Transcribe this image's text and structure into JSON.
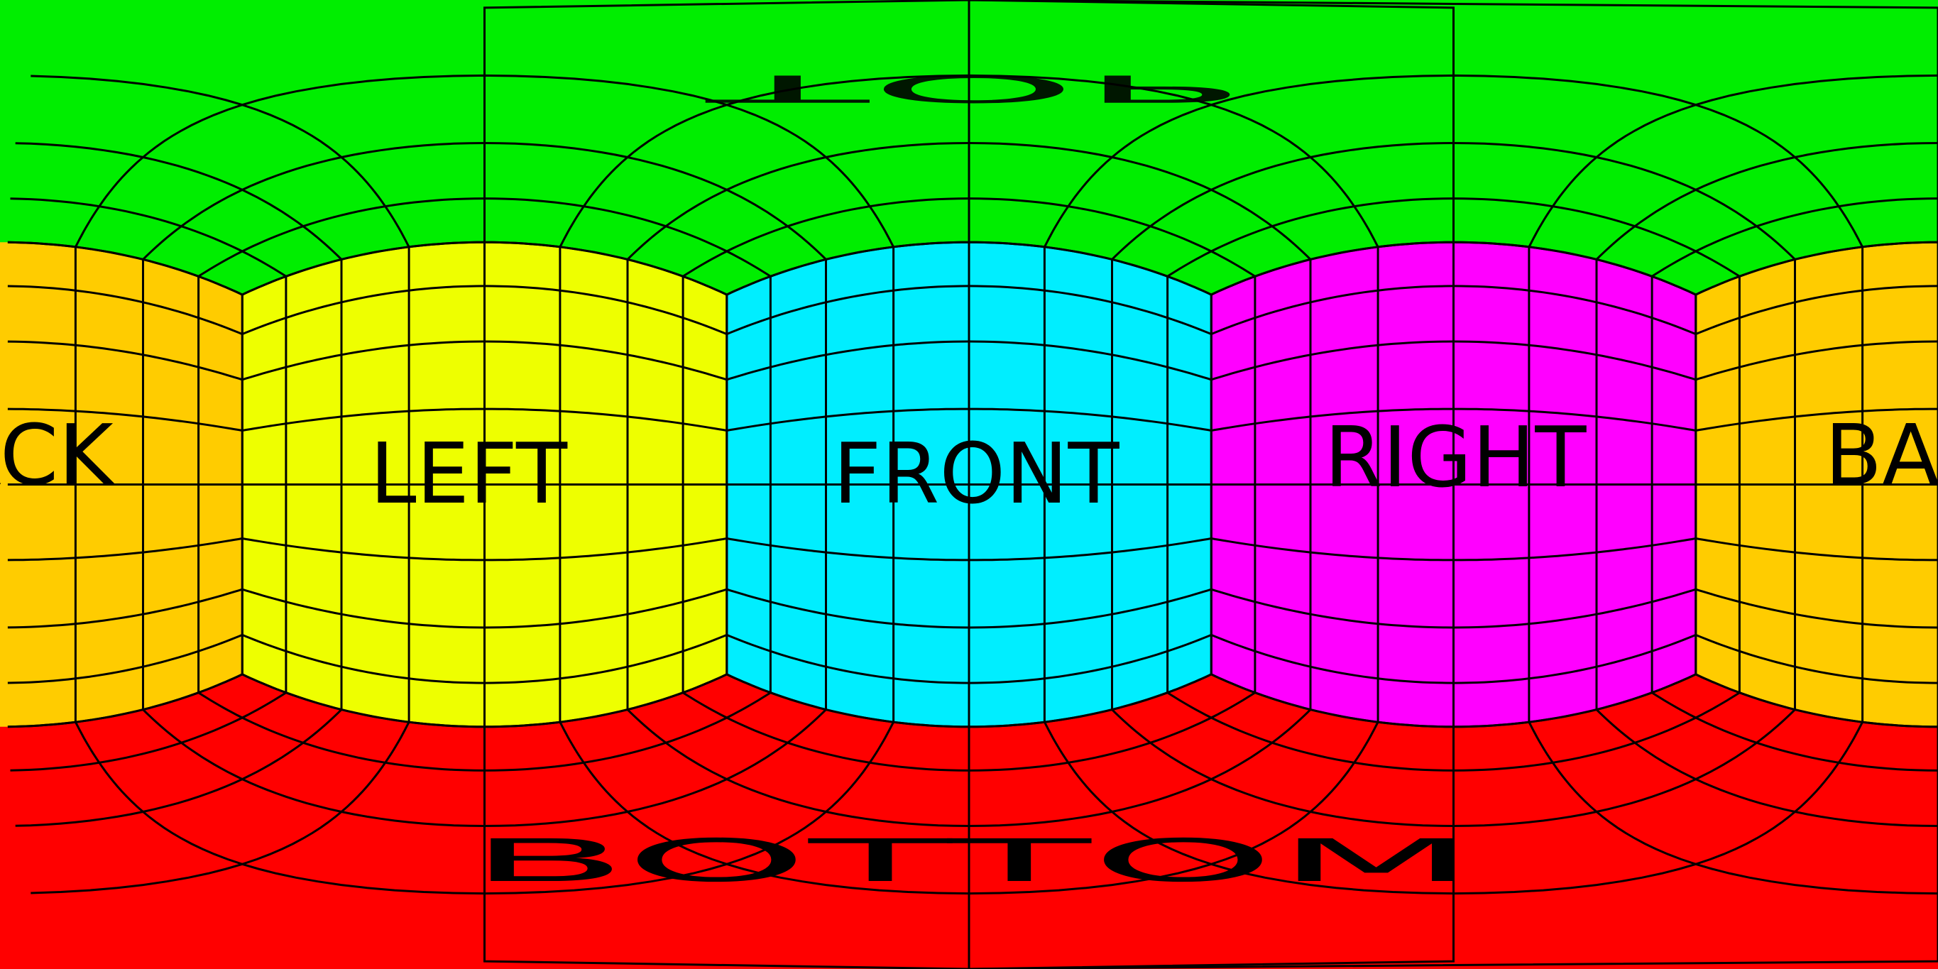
{
  "faces": {
    "top": {
      "color": "#00ee00"
    },
    "bottom": {
      "color": "#ff0000"
    },
    "back": {
      "label": "BACK",
      "color": "#ffcc00"
    },
    "left": {
      "label": "LEFT",
      "color": "#eeff00"
    },
    "front": {
      "label": "FRONT",
      "color": "#00eeff"
    },
    "right": {
      "label": "RIGHT",
      "color": "#ff00ff"
    }
  },
  "bottom_text": "BOTTOM",
  "top_text": "TOP",
  "grid_color": "#000000",
  "grid_divisions": 8
}
